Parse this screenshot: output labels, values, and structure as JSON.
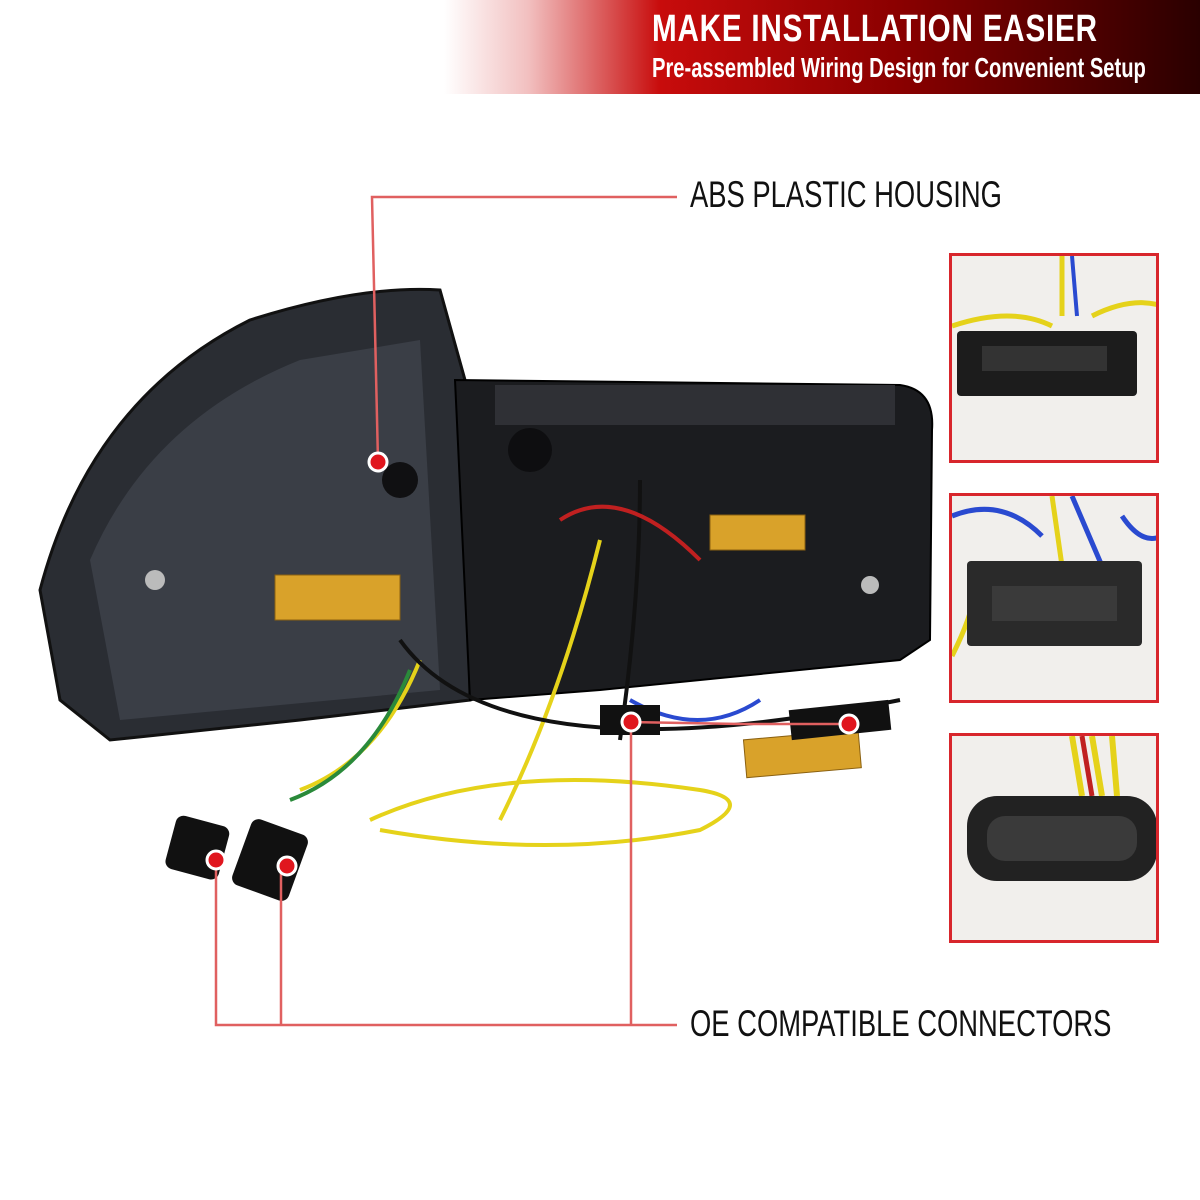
{
  "banner": {
    "title": "MAKE INSTALLATION EASIER",
    "subtitle": "Pre-assembled Wiring Design for Convenient Setup"
  },
  "callouts": {
    "housing": "ABS PLASTIC HOUSING",
    "connectors": "OE COMPATIBLE CONNECTORS"
  },
  "colors": {
    "accent": "#d8262c",
    "callout_line": "#e06060",
    "banner_dark": "#2a0000"
  }
}
